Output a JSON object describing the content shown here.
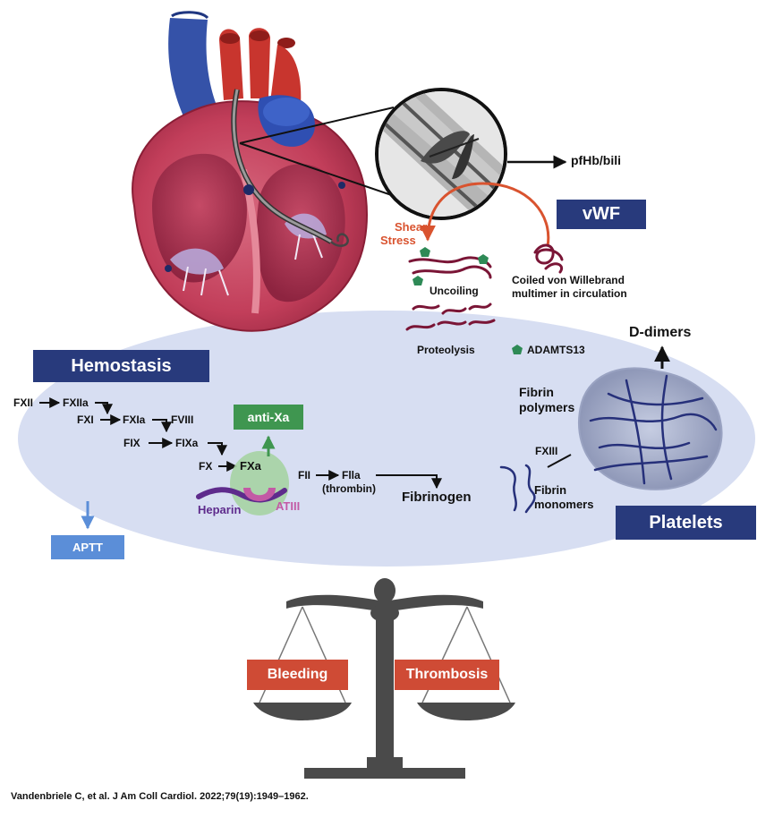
{
  "labels": {
    "pfhb_bili": "pfHb/bili",
    "vwf": "vWF",
    "shear_stress_line1": "Shear",
    "shear_stress_line2": "Stress",
    "uncoiling": "Uncoiling",
    "coiled_vwf_line1": "Coiled von Willebrand",
    "coiled_vwf_line2": "multimer in circulation",
    "proteolysis": "Proteolysis",
    "adamts13": "ADAMTS13",
    "d_dimers": "D-dimers",
    "hemostasis": "Hemostasis",
    "fibrin_polymers_line1": "Fibrin",
    "fibrin_polymers_line2": "polymers",
    "fxiii": "FXIII",
    "fibrin_monomers_line1": "Fibrin",
    "fibrin_monomers_line2": "monomers",
    "platelets": "Platelets",
    "anti_xa": "anti-Xa",
    "aptt": "APTT",
    "heparin": "Heparin",
    "atiii": "ATIII",
    "fibrinogen": "Fibrinogen",
    "bleeding": "Bleeding",
    "thrombosis": "Thrombosis"
  },
  "cascade": {
    "fxii": "FXII",
    "fxiia": "FXIIa",
    "fxi": "FXI",
    "fxia": "FXIa",
    "fviii": "FVIII",
    "fix": "FIX",
    "fixa": "FIXa",
    "fx": "FX",
    "fxa": "FXa",
    "fii": "FII",
    "flla": "Flla",
    "thrombin": "(thrombin)"
  },
  "citation": "Vandenbriele C, et al. J Am Coll Cardiol. 2022;79(19):1949–1962.",
  "colors": {
    "navy": "#283a7c",
    "red_box": "#cf4b35",
    "green_box": "#3f9650",
    "aptt_box": "#5b8ed8",
    "ellipse": "#d7def2",
    "heparin": "#5e2b8c",
    "atiii": "#c35aa5",
    "vwf_strand": "#7a1536",
    "fibrin": "#26307a"
  }
}
